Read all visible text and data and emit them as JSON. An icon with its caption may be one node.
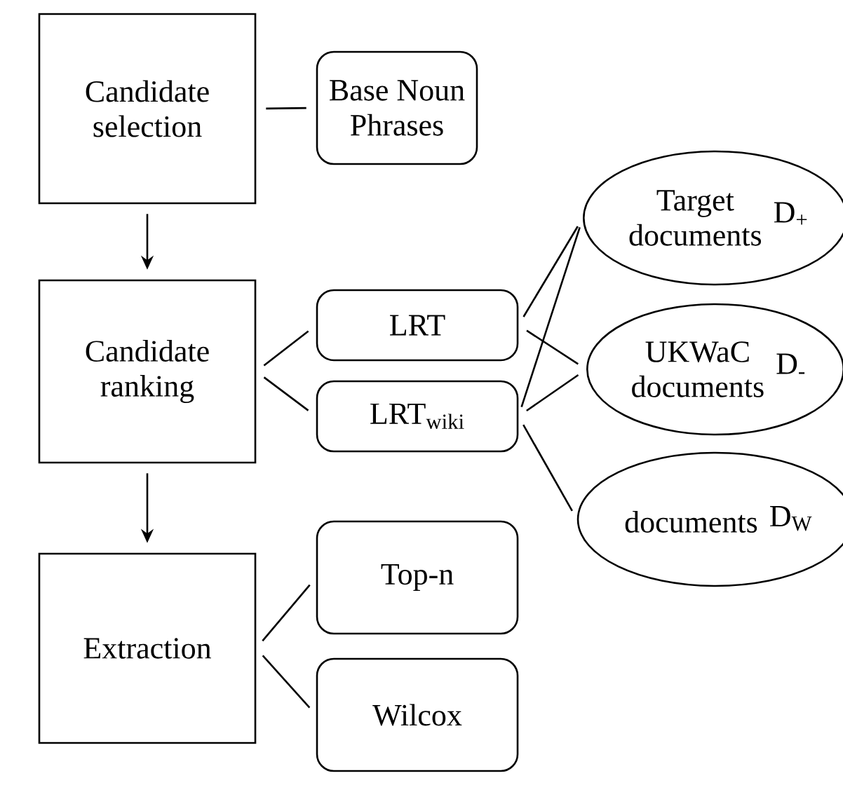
{
  "diagram": {
    "nodes": [
      {
        "text": [
          "Candidate selection"
        ]
      },
      {
        "text": [
          "Base Noun Phrases"
        ]
      },
      {
        "text": [
          "Candidate ranking"
        ]
      },
      {
        "text": [
          "LRT"
        ]
      },
      {
        "text": [
          "LRT$_{wiki}$"
        ]
      },
      {
        "text": [
          "Target documents",
          "D$_{+}$"
        ]
      },
      {
        "text": [
          "UKWaC documents",
          "D$_{-}$"
        ]
      },
      {
        "text": [
          "documents",
          "D$_{W}$"
        ]
      },
      {
        "text": [
          "Extraction"
        ]
      },
      {
        "text": [
          "Top-n"
        ]
      },
      {
        "text": [
          "Wilcox"
        ]
      }
    ],
    "edges": [
      {
        "from": 0,
        "to": 1,
        "arrow": "none"
      },
      {
        "from": 0,
        "to": 2,
        "arrow": "to"
      },
      {
        "from": 2,
        "to": 3,
        "arrow": "none"
      },
      {
        "from": 2,
        "to": 4,
        "arrow": "none"
      },
      {
        "from": 3,
        "to": 5,
        "arrow": "none"
      },
      {
        "from": 3,
        "to": 6,
        "arrow": "none"
      },
      {
        "from": 4,
        "to": 5,
        "arrow": "none"
      },
      {
        "from": 4,
        "to": 6,
        "arrow": "none"
      },
      {
        "from": 4,
        "to": 7,
        "arrow": "none"
      },
      {
        "from": 2,
        "to": 8,
        "arrow": "to"
      },
      {
        "from": 8,
        "to": 9,
        "arrow": "none"
      },
      {
        "from": 8,
        "to": 10,
        "arrow": "none"
      }
    ]
  }
}
